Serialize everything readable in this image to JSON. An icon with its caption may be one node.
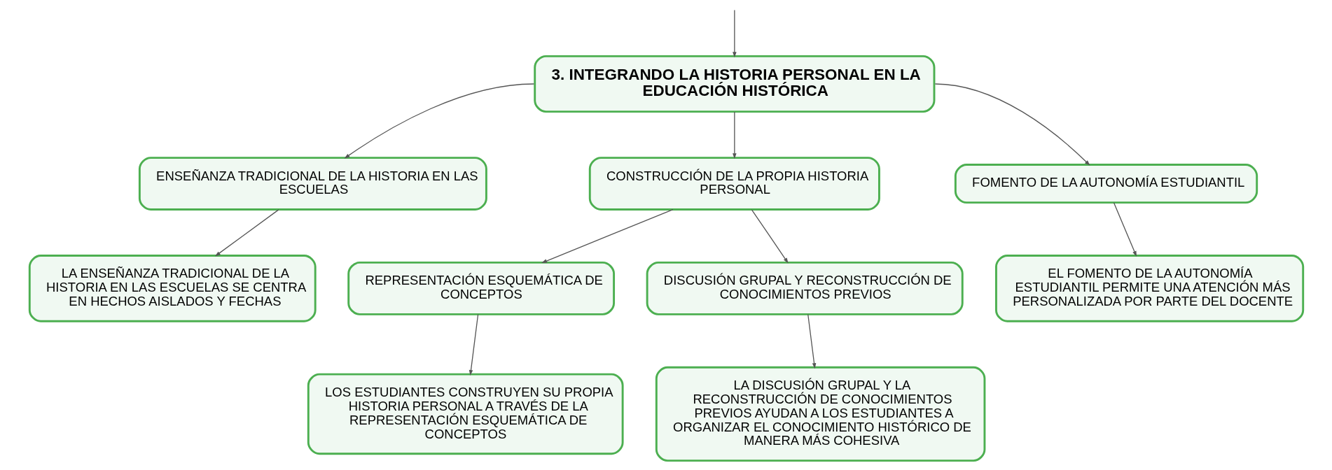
{
  "diagram": {
    "nodes": [
      {
        "text": [
          "3. INTEGRANDO LA HISTORIA PERSONAL EN LA EDUCACIÓN HISTÓRICA"
        ]
      },
      {
        "text": [
          "ENSEÑANZA TRADICIONAL DE LA HISTORIA EN LAS ESCUELAS"
        ]
      },
      {
        "text": [
          "CONSTRUCCIÓN DE LA PROPIA HISTORIA PERSONAL"
        ]
      },
      {
        "text": [
          "FOMENTO DE LA AUTONOMÍA ESTUDIANTIL"
        ]
      },
      {
        "text": [
          "LA ENSEÑANZA TRADICIONAL DE LA HISTORIA EN LAS ESCUELAS SE CENTRA EN HECHOS AISLADOS Y FECHAS"
        ]
      },
      {
        "text": [
          "REPRESENTACIÓN ESQUEMÁTICA DE CONCEPTOS"
        ]
      },
      {
        "text": [
          "DISCUSIÓN GRUPAL Y RECONSTRUCCIÓN DE CONOCIMIENTOS PREVIOS"
        ]
      },
      {
        "text": [
          "EL FOMENTO DE LA AUTONOMÍA ESTUDIANTIL PERMITE UNA ATENCIÓN MÁS PERSONALIZADA POR PARTE DEL DOCENTE"
        ]
      },
      {
        "text": [
          "LOS ESTUDIANTES CONSTRUYEN SU PROPIA HISTORIA PERSONAL A TRAVÉS DE LA REPRESENTACIÓN ESQUEMÁTICA DE CONCEPTOS"
        ]
      },
      {
        "text": [
          "LA DISCUSIÓN GRUPAL Y LA RECONSTRUCCIÓN DE CONOCIMIENTOS PREVIOS AYUDAN A LOS ESTUDIANTES A ORGANIZAR EL CONOCIMIENTO HISTÓRICO DE MANERA MÁS COHESIVA"
        ]
      }
    ],
    "edges": [
      {
        "from": null,
        "to": 0,
        "arrow": "to"
      },
      {
        "from": 0,
        "to": 1,
        "arrow": "to"
      },
      {
        "from": 0,
        "to": 2,
        "arrow": "to"
      },
      {
        "from": 0,
        "to": 3,
        "arrow": "to"
      },
      {
        "from": 1,
        "to": 4,
        "arrow": "to"
      },
      {
        "from": 2,
        "to": 5,
        "arrow": "to"
      },
      {
        "from": 2,
        "to": 6,
        "arrow": "to"
      },
      {
        "from": 3,
        "to": 7,
        "arrow": "to"
      },
      {
        "from": 5,
        "to": 8,
        "arrow": "to"
      },
      {
        "from": 6,
        "to": 9,
        "arrow": "to"
      }
    ]
  }
}
